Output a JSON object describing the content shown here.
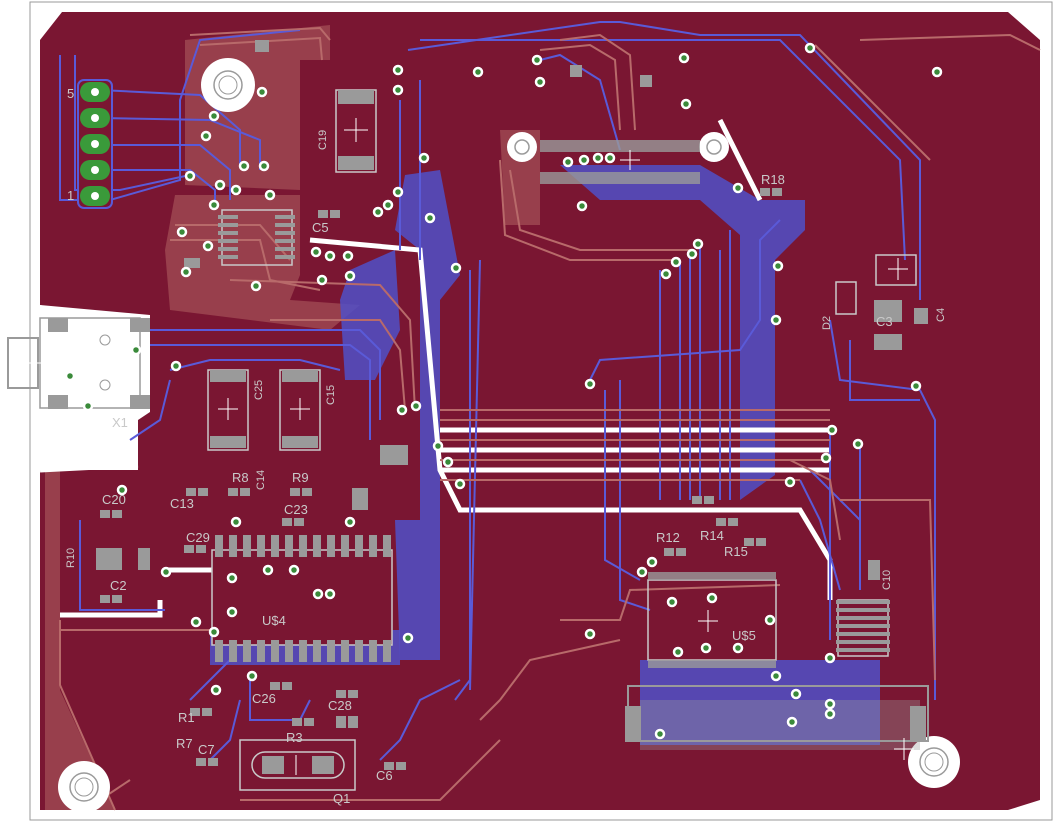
{
  "board": {
    "colors": {
      "copper_fill": "#7a1632",
      "top_trace": "#b86a6a",
      "bottom_trace": "#5a5ad8",
      "via": "#3a8a3a",
      "silkscreen": "#c9c9c9",
      "pad": "#9a9a9a"
    },
    "components": {
      "c19": "C19",
      "c3": "C3",
      "c4": "C4",
      "c5": "C5",
      "c6": "C6",
      "c7": "C7",
      "c10": "C10",
      "c13": "C13",
      "c14": "C14",
      "c15": "C15",
      "c20": "C20",
      "c23": "C23",
      "c25": "C25",
      "c26": "C26",
      "c28": "C28",
      "c29": "C29",
      "c2x": "C2",
      "d2": "D2",
      "r1": "R1",
      "r3": "R3",
      "r7": "R7",
      "r8": "R8",
      "r9": "R9",
      "r10": "R10",
      "r12": "R12",
      "r14": "R14",
      "r15": "R15",
      "r18": "R18",
      "u4": "U$4",
      "u5": "U$5",
      "x1": "X1",
      "q1": "Q1",
      "pin5": "5",
      "pin1": "1"
    }
  }
}
